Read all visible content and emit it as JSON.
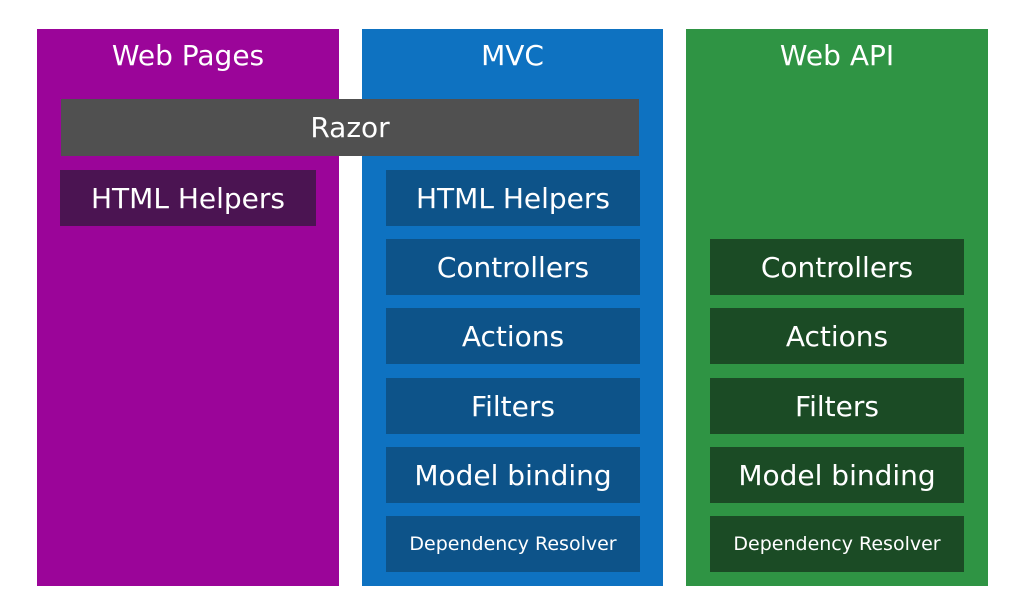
{
  "colors": {
    "web_pages_bg": "#9b0599",
    "web_pages_box": "#4b1452",
    "mvc_bg": "#0e72c1",
    "mvc_box": "#0d5389",
    "web_api_bg": "#2f9444",
    "web_api_box": "#1b4b25",
    "razor_bg": "#505050",
    "text": "#ffffff"
  },
  "columns": {
    "web_pages": {
      "title": "Web Pages",
      "items": [
        "HTML Helpers"
      ]
    },
    "mvc": {
      "title": "MVC",
      "items": [
        "HTML Helpers",
        "Controllers",
        "Actions",
        "Filters",
        "Model binding",
        "Dependency Resolver"
      ]
    },
    "web_api": {
      "title": "Web API",
      "items": [
        "Controllers",
        "Actions",
        "Filters",
        "Model binding",
        "Dependency Resolver"
      ]
    }
  },
  "razor": {
    "label": "Razor"
  }
}
